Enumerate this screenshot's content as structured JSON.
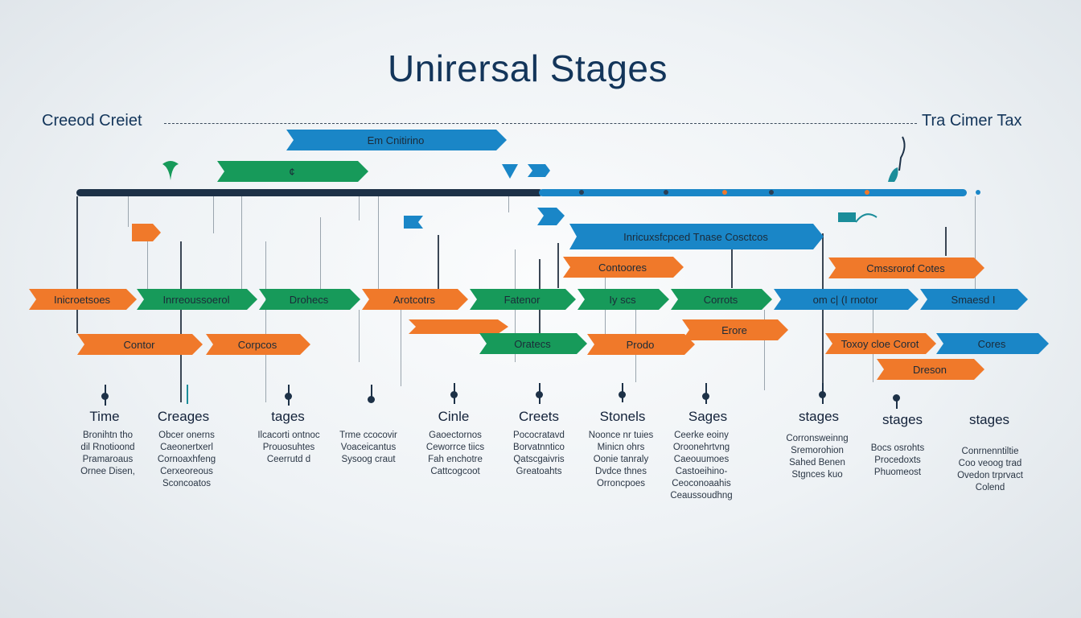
{
  "title": "Unirersal Stages",
  "left_label": "Creeod Creiet",
  "right_label": "Tra Cimer Tax",
  "arrows": [
    {
      "text": "Em Cnitirino",
      "color": "b"
    },
    {
      "text": "¢",
      "color": "g"
    },
    {
      "text": "Inricuxsfcpced Tnase Cosctcos",
      "color": "b"
    },
    {
      "text": "Contoores",
      "color": "o"
    },
    {
      "text": "Cmssrorof Cotes",
      "color": "o"
    },
    {
      "text": "Inicroetsoes",
      "color": "o"
    },
    {
      "text": "Inrreoussoerol",
      "color": "g"
    },
    {
      "text": "Drohecs",
      "color": "g"
    },
    {
      "text": "Arotcotrs",
      "color": "o"
    },
    {
      "text": "Fatenor",
      "color": "g"
    },
    {
      "text": "Iy scs",
      "color": "g"
    },
    {
      "text": "Corrots",
      "color": "g"
    },
    {
      "text": "om c| (I rnotor",
      "color": "b"
    },
    {
      "text": "Smaesd I",
      "color": "b"
    },
    {
      "text": "",
      "color": "o"
    },
    {
      "text": "Erore",
      "color": "o"
    },
    {
      "text": "Contor",
      "color": "o"
    },
    {
      "text": "Corpcos",
      "color": "o"
    },
    {
      "text": "Oratecs",
      "color": "g"
    },
    {
      "text": "Prodo",
      "color": "o"
    },
    {
      "text": "Toxoy cloe Corot",
      "color": "o"
    },
    {
      "text": "Cores",
      "color": "b"
    },
    {
      "text": "Dreson",
      "color": "o"
    }
  ],
  "stages": [
    {
      "name": "Time",
      "desc": "Bronihtn tho\ndil Rnotioond\nPramaroaus\nOrnee Disen,"
    },
    {
      "name": "Creages",
      "desc": "Obcer onerns\nCaeonertxerl\nCornoaxhfeng\nCerxeoreous\nSconcoatos"
    },
    {
      "name": "tages",
      "desc": "Ilcacorti ontnoc\nProuosuhtes\nCeerrutd d"
    },
    {
      "name": "",
      "desc": "Trme ccocovir\nVoaceicantus\nSysoog craut"
    },
    {
      "name": "Cinle",
      "desc": "Gaoectornos\nCeworrce tiics\nFah enchotre\nCattcogcoot"
    },
    {
      "name": "Creets",
      "desc": "Pococratavd\nBorvatnntico\nQatscgaivris\nGreatoahts"
    },
    {
      "name": "Stonels",
      "desc": "Noonce nr tuies\nMinicn ohrs\nOonie tanraly\nDvdce thnes\nOrroncpoes"
    },
    {
      "name": "Sages",
      "desc": "Ceerke eoiny\nOroonehrtvng\nCaeouumoes\nCastoeihino-\nCeoconoaahis\nCeaussoudhng"
    },
    {
      "name": "stages",
      "desc": "Corronsweinng\nSremorohion\nSahed Benen\nStgnces kuo"
    },
    {
      "name": "stages",
      "desc": "Bocs osrohts\nProcedoxts\nPhuomeost"
    },
    {
      "name": "stages",
      "desc": "Conrnenntiltie\nCoo veoog trad\nOvedon trprvact\nColend"
    }
  ],
  "colors": {
    "orange": "#f0792a",
    "green": "#179a5a",
    "blue": "#1a86c7",
    "navy": "#13355a"
  },
  "icons": [
    "leaf-icon",
    "flag-icon",
    "plant-sprout-icon",
    "pennant-icon"
  ]
}
